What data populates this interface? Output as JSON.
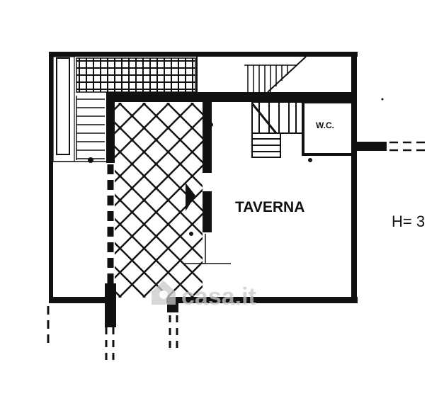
{
  "plan": {
    "rooms": [
      {
        "id": "taverna",
        "label": "TAVERNA"
      },
      {
        "id": "wc",
        "label": "W.C."
      }
    ],
    "height_note": "H= 3",
    "watermark": {
      "logo": "casa-house-logo",
      "text": "casa.it"
    },
    "colors": {
      "walls": "#111111",
      "background": "#ffffff",
      "watermark": "#c9c9c9"
    }
  }
}
